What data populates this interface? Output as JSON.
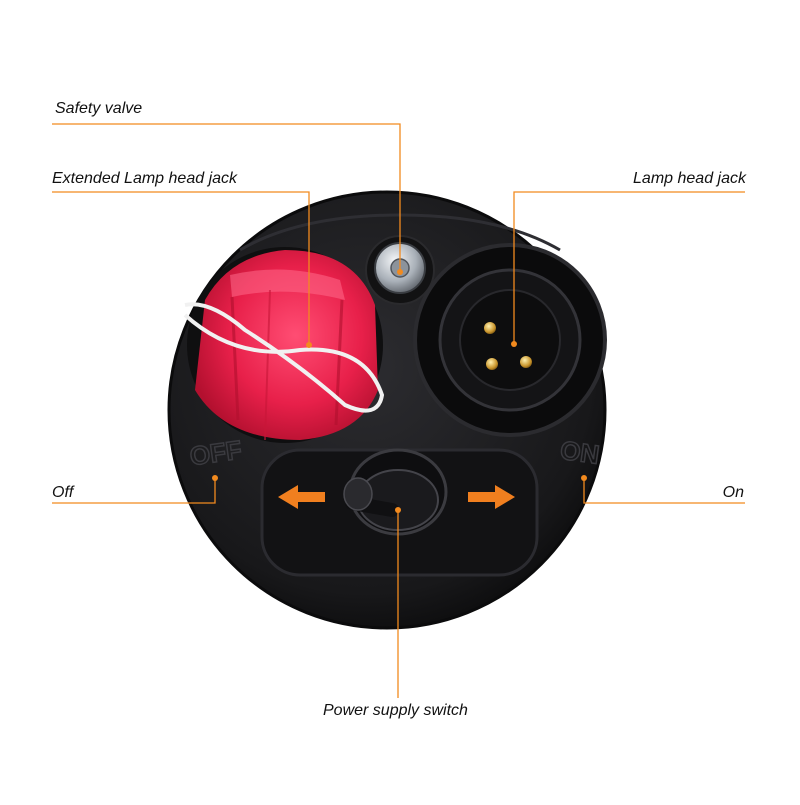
{
  "labels": {
    "safety_valve": "Safety valve",
    "extended_lamp_head_jack": "Extended Lamp head jack",
    "lamp_head_jack": "Lamp head jack",
    "off": "Off",
    "on": "On",
    "power_supply_switch": "Power supply switch"
  },
  "device_markings": {
    "off": "OFF",
    "on": "ON"
  },
  "colors": {
    "leader_line": "#f28a1e",
    "arrow": "#f07f1f",
    "cap": "#e8204a",
    "body": "#1b1b1d"
  }
}
